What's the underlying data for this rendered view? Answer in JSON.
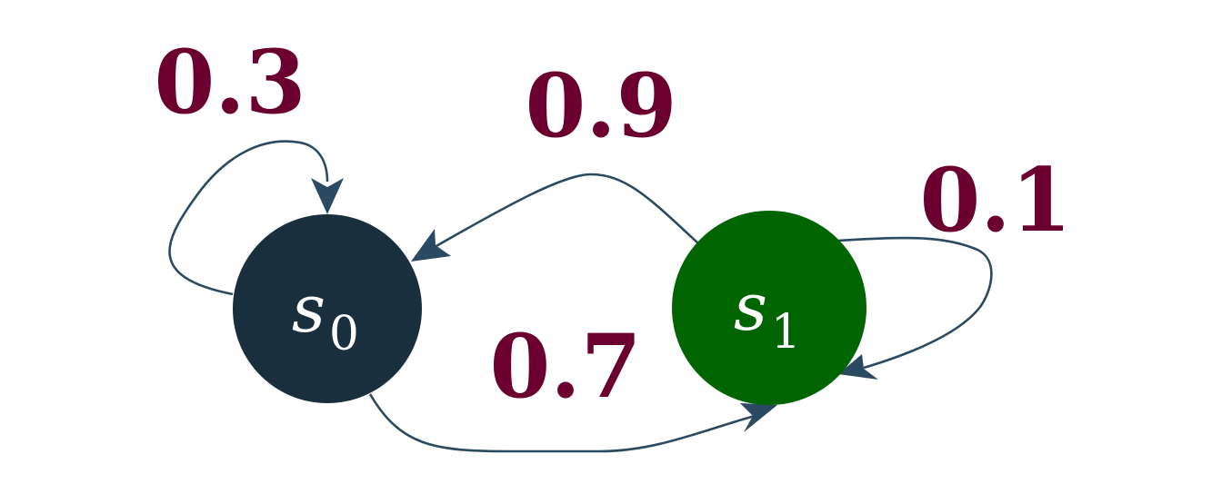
{
  "states": [
    {
      "id": "s0",
      "var": "s",
      "sub": "0",
      "color": "#1a2f3d"
    },
    {
      "id": "s1",
      "var": "s",
      "sub": "1",
      "color": "#006400"
    }
  ],
  "transitions": [
    {
      "from": "s0",
      "to": "s0",
      "label": "0.3"
    },
    {
      "from": "s1",
      "to": "s0",
      "label": "0.9"
    },
    {
      "from": "s1",
      "to": "s1",
      "label": "0.1"
    },
    {
      "from": "s0",
      "to": "s1",
      "label": "0.7"
    }
  ],
  "colors": {
    "edge": "#2a4a62",
    "label": "#6b0030"
  }
}
